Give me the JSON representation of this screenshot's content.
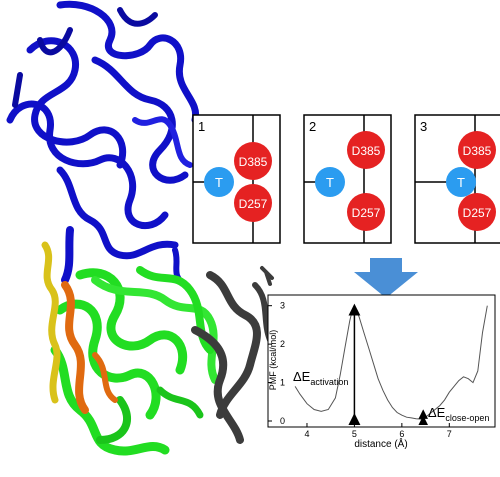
{
  "panels": [
    {
      "number": "1",
      "threonine": "T",
      "residue_top": "D385",
      "residue_bottom": "D257"
    },
    {
      "number": "2",
      "threonine": "T",
      "residue_top": "D385",
      "residue_bottom": "D257"
    },
    {
      "number": "3",
      "threonine": "T",
      "residue_top": "D385",
      "residue_bottom": "D257"
    }
  ],
  "colors": {
    "protein_blue": "#1010c8",
    "protein_green": "#22dd22",
    "protein_orange": "#e06a10",
    "protein_yellow": "#d9c21a",
    "protein_gray": "#3c3c3c",
    "circle_blue": "#2b9cf0",
    "circle_red": "#e52222",
    "arrow_blue": "#4a8fd6",
    "curve": "#555555"
  },
  "chart_data": {
    "type": "line",
    "xlabel": "distance (Å)",
    "ylabel": "PMF (kcal/mol)",
    "xlim": [
      3.6,
      7.9
    ],
    "ylim": [
      0,
      3.2
    ],
    "xticks": [
      4,
      5,
      6,
      7
    ],
    "yticks": [
      0,
      1,
      2,
      3
    ],
    "grid": false,
    "series": [
      {
        "x": [
          3.75,
          3.85,
          4.0,
          4.15,
          4.3,
          4.45,
          4.6,
          4.7,
          4.8,
          4.9,
          4.95,
          5.0,
          5.05,
          5.1,
          5.2,
          5.3,
          5.4,
          5.5,
          5.6,
          5.7,
          5.8,
          5.9,
          6.0,
          6.1,
          6.2,
          6.3,
          6.4,
          6.5,
          6.6,
          6.7,
          6.8,
          6.9,
          7.0,
          7.1,
          7.2,
          7.3,
          7.4,
          7.5,
          7.6,
          7.7,
          7.8
        ],
        "y": [
          0.9,
          0.7,
          0.45,
          0.3,
          0.25,
          0.3,
          0.6,
          1.2,
          1.9,
          2.6,
          2.85,
          2.95,
          2.85,
          2.7,
          2.3,
          1.9,
          1.5,
          1.1,
          0.8,
          0.55,
          0.35,
          0.22,
          0.15,
          0.1,
          0.08,
          0.06,
          0.05,
          0.1,
          0.2,
          0.3,
          0.4,
          0.55,
          0.75,
          0.9,
          1.05,
          1.15,
          1.1,
          1.0,
          1.3,
          2.3,
          3.0
        ]
      }
    ],
    "annotations": {
      "activation_label": "ΔE",
      "activation_sub": "activation",
      "activation_from": [
        5.0,
        0.0
      ],
      "activation_to": [
        5.0,
        2.95
      ],
      "close_open_label": "ΔE",
      "close_open_sub": "close-open",
      "close_open_x": 6.45
    }
  }
}
